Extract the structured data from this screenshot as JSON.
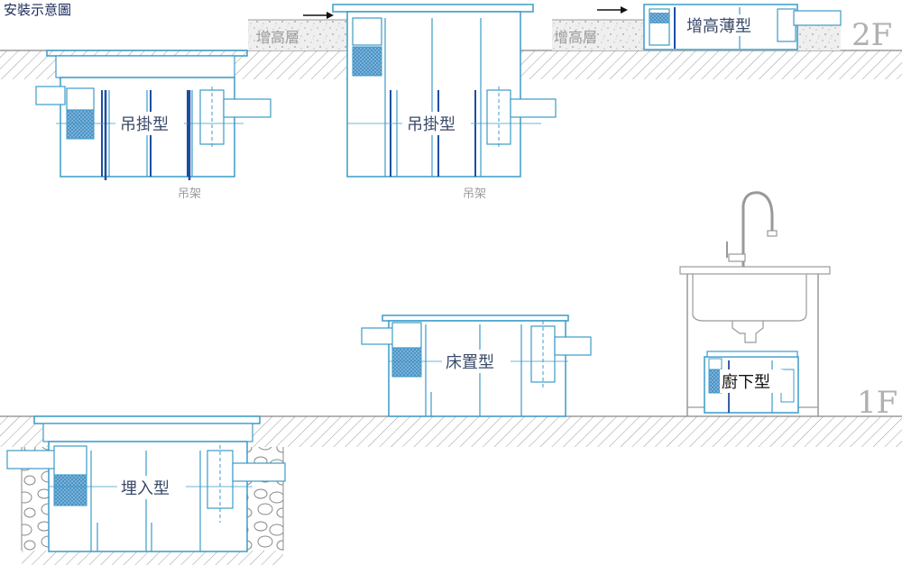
{
  "title": "安裝示意圖",
  "floors": {
    "upper": "2F",
    "lower": "1F"
  },
  "raised_layer_label": "增高層",
  "hanger_label": "吊架",
  "types": {
    "hanging": "吊掛型",
    "raised_thin": "增高薄型",
    "floor": "床置型",
    "under_sink": "廚下型",
    "buried": "埋入型"
  },
  "colors": {
    "tank": "#3b9bc9",
    "frame": "#1d4fa0",
    "filter": "#6aaed8",
    "ground": "#9a9a9a",
    "floor_text": "#b0b0b0"
  }
}
